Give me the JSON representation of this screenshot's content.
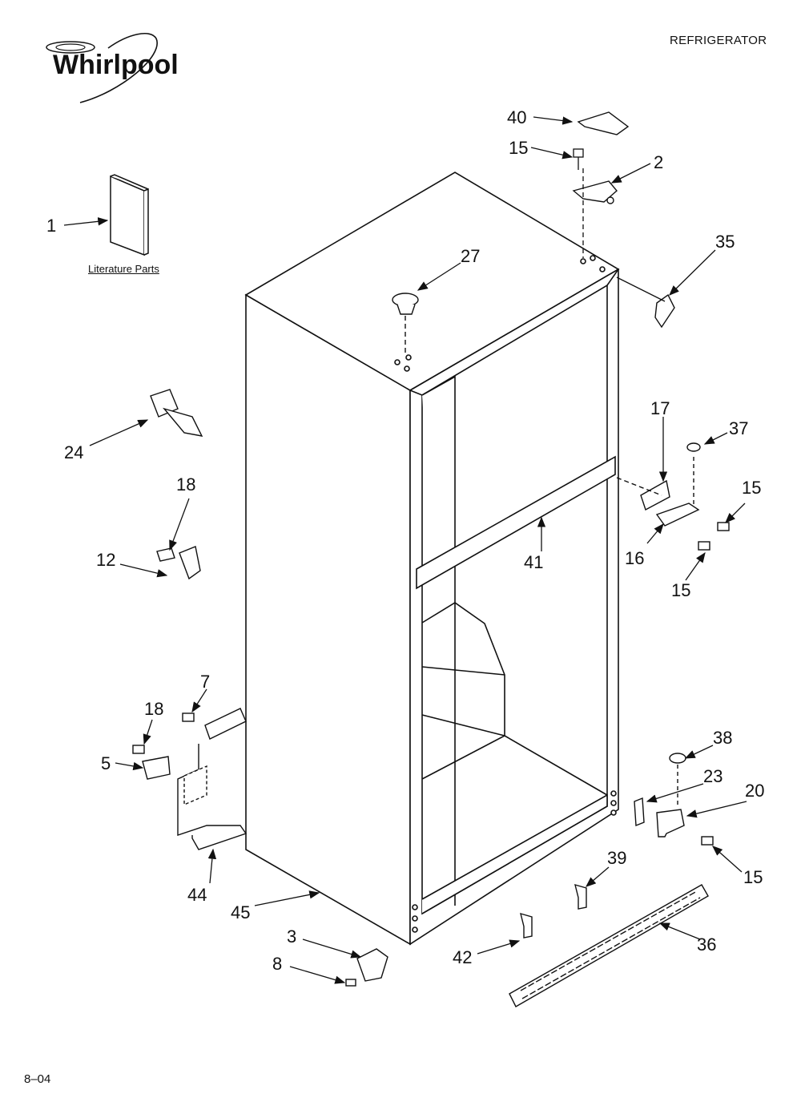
{
  "header": {
    "brand": "Whirlpool",
    "title": "REFRIGERATOR"
  },
  "footer": {
    "code": "8–04"
  },
  "diagram": {
    "literature_caption": "Literature Parts",
    "callouts": [
      {
        "id": "c1",
        "label": "1"
      },
      {
        "id": "c2",
        "label": "2"
      },
      {
        "id": "c3",
        "label": "3"
      },
      {
        "id": "c5",
        "label": "5"
      },
      {
        "id": "c7",
        "label": "7"
      },
      {
        "id": "c8",
        "label": "8"
      },
      {
        "id": "c12",
        "label": "12"
      },
      {
        "id": "c15a",
        "label": "15"
      },
      {
        "id": "c15b",
        "label": "15"
      },
      {
        "id": "c15c",
        "label": "15"
      },
      {
        "id": "c15d",
        "label": "15"
      },
      {
        "id": "c16",
        "label": "16"
      },
      {
        "id": "c17",
        "label": "17"
      },
      {
        "id": "c18a",
        "label": "18"
      },
      {
        "id": "c18b",
        "label": "18"
      },
      {
        "id": "c20",
        "label": "20"
      },
      {
        "id": "c23",
        "label": "23"
      },
      {
        "id": "c24",
        "label": "24"
      },
      {
        "id": "c27",
        "label": "27"
      },
      {
        "id": "c35",
        "label": "35"
      },
      {
        "id": "c36",
        "label": "36"
      },
      {
        "id": "c37",
        "label": "37"
      },
      {
        "id": "c38",
        "label": "38"
      },
      {
        "id": "c39",
        "label": "39"
      },
      {
        "id": "c40",
        "label": "40"
      },
      {
        "id": "c41",
        "label": "41"
      },
      {
        "id": "c42",
        "label": "42"
      },
      {
        "id": "c44",
        "label": "44"
      },
      {
        "id": "c45",
        "label": "45"
      }
    ]
  }
}
